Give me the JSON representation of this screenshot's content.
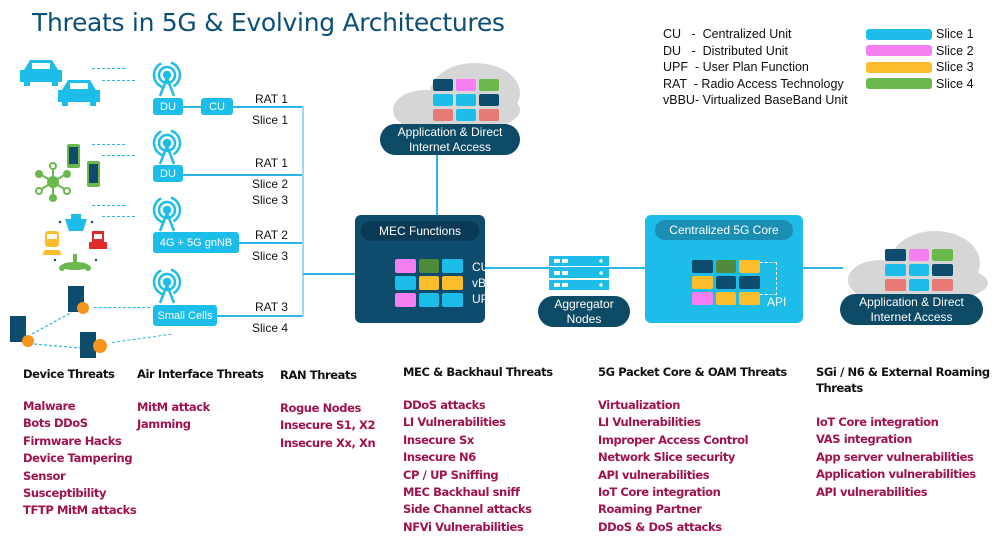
{
  "title": "Threats in 5G & Evolving Architectures",
  "colors": {
    "title": "#0b4f77",
    "slice1": "#1dbde9",
    "slice2": "#f57ff0",
    "slice3": "#fbbd2c",
    "slice4": "#6bb84c",
    "dark_navy": "#0d4c6c",
    "coral": "#e87a76",
    "dark_green": "#4f8b3a",
    "threat_text": "#a0124e"
  },
  "legend": {
    "abbreviations": [
      {
        "abbr": "CU",
        "sep": "–",
        "meaning": "Centralized Unit",
        "text": "CU   -  Centralized Unit"
      },
      {
        "abbr": "DU",
        "sep": "–",
        "meaning": "Distributed Unit",
        "text": "DU   -  Distributed Unit"
      },
      {
        "abbr": "UPF",
        "sep": "–",
        "meaning": "User Plan Function",
        "text": "UPF  - User Plan Function"
      },
      {
        "abbr": "RAT",
        "sep": "–",
        "meaning": "Radio Access Technology",
        "text": "RAT  - Radio Access Technology"
      },
      {
        "abbr": "vBBU",
        "sep": "–",
        "meaning": "Virtualized BaseBand Unit",
        "text": "vBBU- Virtualized BaseBand Unit"
      }
    ],
    "slices": [
      {
        "label": "Slice 1",
        "color": "#1dbde9"
      },
      {
        "label": "Slice 2",
        "color": "#f57ff0"
      },
      {
        "label": "Slice 3",
        "color": "#fbbd2c"
      },
      {
        "label": "Slice 4",
        "color": "#6bb84c"
      }
    ]
  },
  "ran": {
    "sites": [
      {
        "units": [
          "DU",
          "CU"
        ],
        "rat": "RAT 1",
        "slices": "Slice 1",
        "devices": "cars"
      },
      {
        "units": [
          "DU"
        ],
        "rat": "RAT 1",
        "slices_a": "Slice 2",
        "slices_b": "Slice 3",
        "devices": "phones-iot"
      },
      {
        "units": [
          "4G + 5G gnNB"
        ],
        "rat": "RAT 2",
        "slices": "Slice 3",
        "devices": "transport"
      },
      {
        "units": [
          "Small Cells"
        ],
        "rat": "RAT 3",
        "slices": "Slice 4",
        "devices": "buildings"
      }
    ]
  },
  "clouds": {
    "top": {
      "label_line1": "Application & Direct",
      "label_line2": "Internet Access",
      "tiles": [
        "#0d4c6c",
        "#f57ff0",
        "#6bb84c",
        "#1dbde9",
        "#1dbde9",
        "#0d4c6c",
        "#e87a76",
        "#1dbde9",
        "#e87a76"
      ]
    },
    "right": {
      "label_line1": "Application & Direct",
      "label_line2": "Internet Access",
      "tiles": [
        "#0d4c6c",
        "#f57ff0",
        "#6bb84c",
        "#1dbde9",
        "#1dbde9",
        "#0d4c6c",
        "#e87a76",
        "#1dbde9",
        "#e87a76"
      ]
    }
  },
  "mec": {
    "title": "MEC Functions",
    "labels": [
      "CU",
      "vBBU",
      "UPF"
    ],
    "tiles": [
      "#f57ff0",
      "#4f8b3a",
      "#1dbde9",
      "#1dbde9",
      "#fbbd2c",
      "#fbbd2c",
      "#f57ff0",
      "#1dbde9",
      "#1dbde9"
    ]
  },
  "aggregator": {
    "label_line1": "Aggregator",
    "label_line2": "Nodes"
  },
  "core": {
    "title": "Centralized  5G Core",
    "api_label": "API",
    "tiles": [
      "#0d4c6c",
      "#4f8b3a",
      "#fbbd2c",
      "#fbbd2c",
      "#0d4c6c",
      "#0d4c6c",
      "#f57ff0",
      "#fbbd2c",
      "#fbbd2c"
    ]
  },
  "threats": [
    {
      "heading": "Device Threats",
      "items": [
        "Malware",
        "Bots DDoS",
        "Firmware Hacks",
        "Device Tampering",
        "Sensor Susceptibility",
        "TFTP MitM attacks"
      ]
    },
    {
      "heading": "Air Interface Threats",
      "items": [
        "MitM attack",
        "Jamming"
      ]
    },
    {
      "heading": "RAN Threats",
      "items": [
        "Rogue Nodes",
        "Insecure S1, X2",
        "Insecure Xx, Xn"
      ]
    },
    {
      "heading": "MEC & Backhaul Threats",
      "items": [
        "DDoS attacks",
        "LI Vulnerabilities",
        "Insecure Sx",
        "Insecure N6",
        "CP / UP Sniffing",
        "MEC Backhaul sniff",
        "Side Channel attacks",
        "NFVi Vulnerabilities"
      ]
    },
    {
      "heading": "5G Packet Core & OAM Threats",
      "items": [
        "Virtualization",
        "LI Vulnerabilities",
        "Improper Access Control",
        "Network Slice security",
        "API vulnerabilities",
        "IoT Core integration",
        "Roaming Partner",
        "DDoS & DoS attacks"
      ]
    },
    {
      "heading": "SGi / N6 & External Roaming Threats",
      "items": [
        "IoT Core integration",
        "VAS  integration",
        "App server vulnerabilities",
        "Application vulnerabilities",
        "API vulnerabilities"
      ]
    }
  ]
}
